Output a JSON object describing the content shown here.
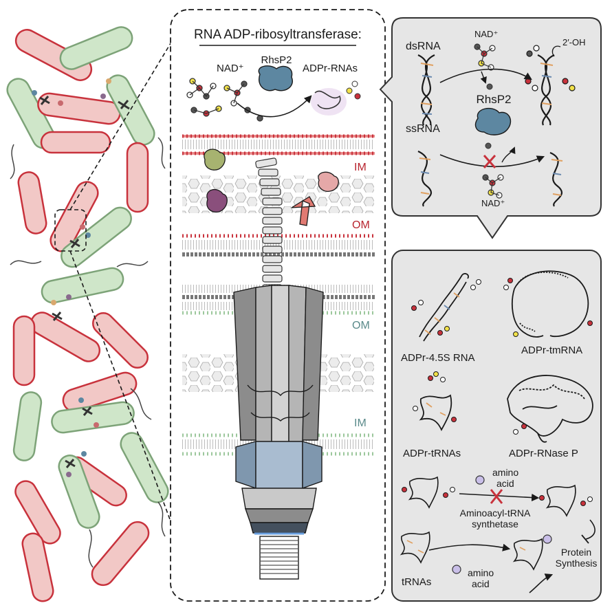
{
  "center_panel": {
    "title": "RNA ADP-ribosyltransferase:",
    "nad_label": "NAD⁺",
    "enzyme_label": "RhsP2",
    "product_label": "ADPr-RNAs",
    "membranes": {
      "attacker_im": "IM",
      "attacker_om": "OM",
      "target_om": "OM",
      "target_im": "IM"
    }
  },
  "top_right_panel": {
    "dsrna_label": "dsRNA",
    "nad_top_label": "NAD⁺",
    "oh_label": "2′-OH",
    "enzyme_label": "RhsP2",
    "ssrna_label": "ssRNA",
    "nad_bottom_label": "NAD⁺"
  },
  "bottom_right_panel": {
    "rna_45s": "ADPr-4.5S RNA",
    "tmrna": "ADPr-tmRNA",
    "trnas": "ADPr-tRNAs",
    "rnasep": "ADPr-RNase P",
    "amino_acid_top_1": "amino",
    "amino_acid_top_2": "acid",
    "synthetase_1": "Aminoacyl-tRNA",
    "synthetase_2": "synthetase",
    "trnas_label": "tRNAs",
    "amino_acid_bottom_1": "amino",
    "amino_acid_bottom_2": "acid",
    "protein_1": "Protein",
    "protein_2": "Synthesis"
  },
  "colors": {
    "red_cell_fill": "#f2c8c6",
    "red_cell_stroke": "#c8323c",
    "green_cell_fill": "#cfe6c9",
    "green_cell_stroke": "#7da378",
    "panel_gray": "#e6e6e6",
    "enzyme_blue": "#5d87a1",
    "inhibit_red": "#c8323c",
    "red_membrane_label": "#b8242e",
    "teal_membrane_label": "#5a8a8a",
    "amino_acid_purple": "#c9bfe8"
  },
  "icons": [
    "effector-blob-icon",
    "t6ss-syringe-icon",
    "nad-molecule-icon",
    "rna-helix-icon",
    "inhibition-cross-icon"
  ]
}
